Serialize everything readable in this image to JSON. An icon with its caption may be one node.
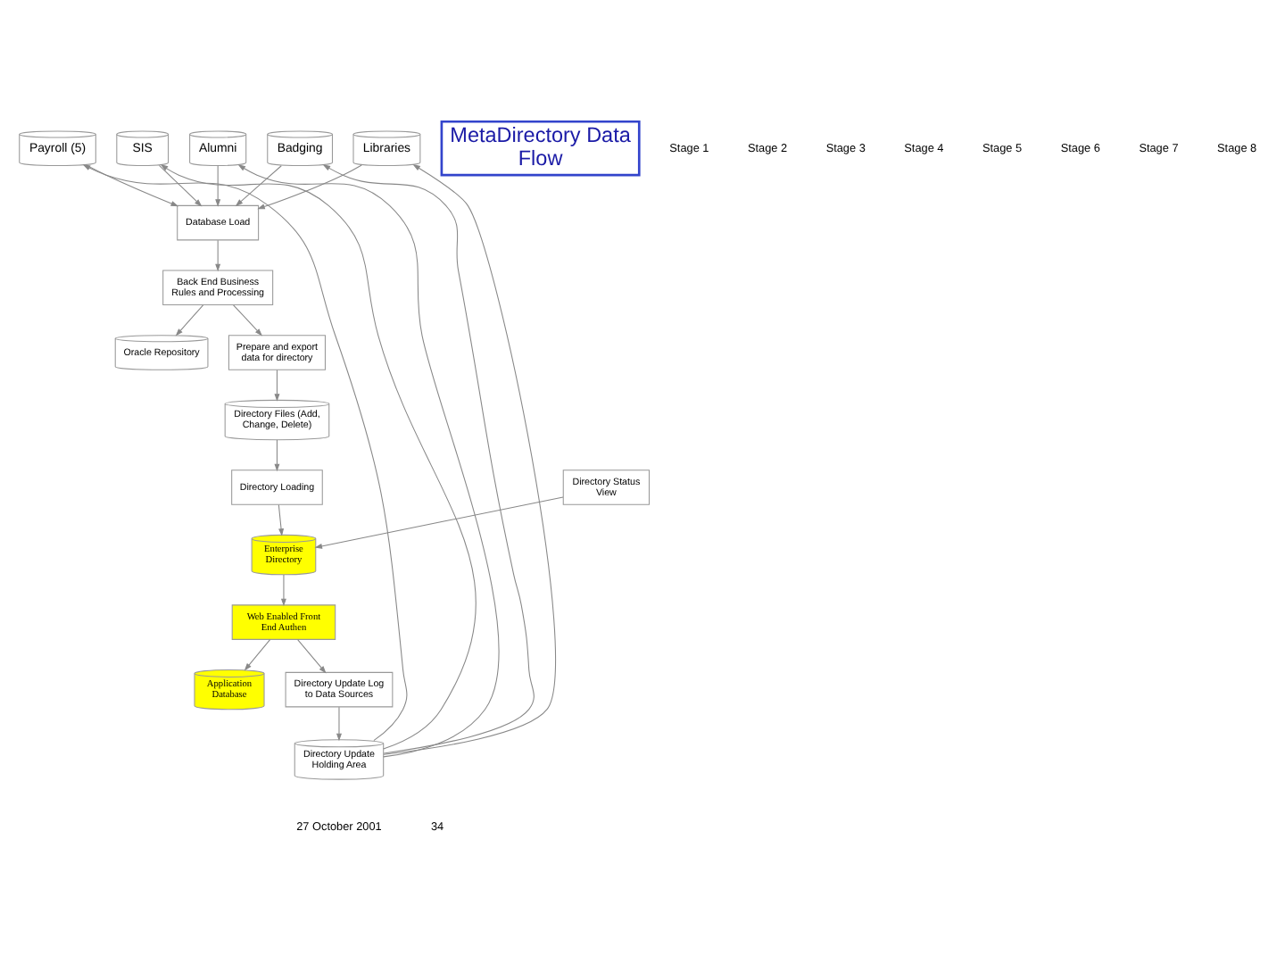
{
  "diagram": {
    "nodes": [
      {
        "text": [
          "Payroll (5)"
        ]
      },
      {
        "text": [
          "SIS"
        ]
      },
      {
        "text": [
          "Alumni"
        ]
      },
      {
        "text": [
          "Badging"
        ]
      },
      {
        "text": [
          "Libraries"
        ]
      },
      {
        "text": [
          "Database Load"
        ]
      },
      {
        "text": [
          "Back End Business Rules and Processing"
        ]
      },
      {
        "text": [
          "Oracle Repository"
        ]
      },
      {
        "text": [
          "Prepare and export data for directory"
        ]
      },
      {
        "text": [
          "Directory Files (Add, Change, Delete)"
        ]
      },
      {
        "text": [
          "Directory Loading"
        ]
      },
      {
        "text": [
          "Directory Status View"
        ]
      },
      {
        "text": [
          "Enterprise Directory"
        ]
      },
      {
        "text": [
          "Web Enabled Front End Authen"
        ]
      },
      {
        "text": [
          "Application Database"
        ]
      },
      {
        "text": [
          "Directory Update Log to Data Sources"
        ]
      },
      {
        "text": [
          "Directory Update Holding Area"
        ]
      },
      {
        "text": [
          "MetaDirectory Data Flow"
        ]
      }
    ],
    "edges": [
      {
        "from": 0,
        "to": 5,
        "arrow": "to"
      },
      {
        "from": 1,
        "to": 5,
        "arrow": "to"
      },
      {
        "from": 2,
        "to": 5,
        "arrow": "to"
      },
      {
        "from": 3,
        "to": 5,
        "arrow": "to"
      },
      {
        "from": 4,
        "to": 5,
        "arrow": "to"
      },
      {
        "from": 5,
        "to": 6,
        "arrow": "to"
      },
      {
        "from": 6,
        "to": 7,
        "arrow": "to"
      },
      {
        "from": 6,
        "to": 8,
        "arrow": "to"
      },
      {
        "from": 8,
        "to": 9,
        "arrow": "to"
      },
      {
        "from": 9,
        "to": 10,
        "arrow": "to"
      },
      {
        "from": 10,
        "to": 12,
        "arrow": "to"
      },
      {
        "from": 11,
        "to": 12,
        "arrow": "to"
      },
      {
        "from": 12,
        "to": 13,
        "arrow": "to"
      },
      {
        "from": 13,
        "to": 14,
        "arrow": "to"
      },
      {
        "from": 13,
        "to": 15,
        "arrow": "to"
      },
      {
        "from": 15,
        "to": 16,
        "arrow": "to"
      },
      {
        "from": 16,
        "to": 0,
        "arrow": "to"
      },
      {
        "from": 16,
        "to": 1,
        "arrow": "to"
      },
      {
        "from": 16,
        "to": 2,
        "arrow": "to"
      },
      {
        "from": 16,
        "to": 3,
        "arrow": "to"
      },
      {
        "from": 16,
        "to": 4,
        "arrow": "to"
      }
    ],
    "labels": [
      "Stage 1",
      "Stage 2",
      "Stage 3",
      "Stage 4",
      "Stage 5",
      "Stage 6",
      "Stage 7",
      "Stage 8",
      "27 October 2001",
      "34"
    ]
  }
}
